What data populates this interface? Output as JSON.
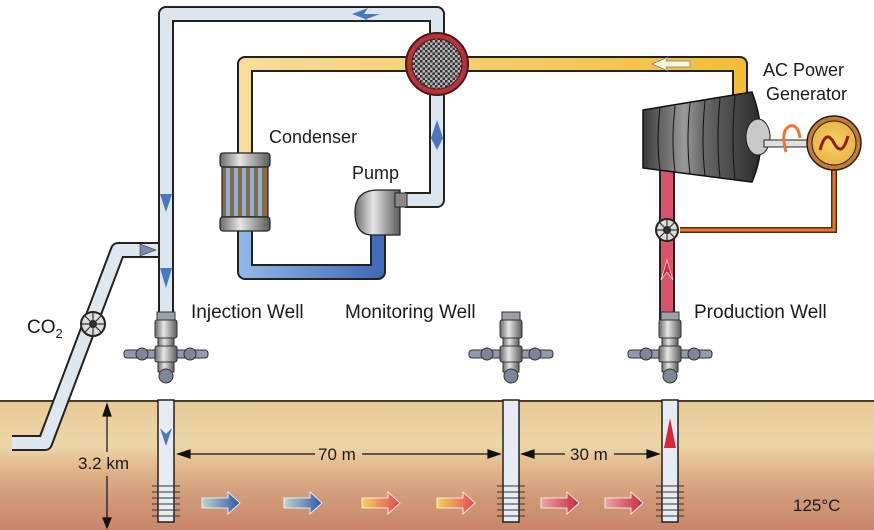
{
  "labels": {
    "co2": "CO",
    "co2_sub": "2",
    "injection_well": "Injection Well",
    "monitoring_well": "Monitoring Well",
    "production_well": "Production Well",
    "condenser": "Condenser",
    "pump": "Pump",
    "generator_line1": "AC Power",
    "generator_line2": "Generator",
    "depth": "3.2 km",
    "dist_injection_monitoring": "70 m",
    "dist_monitoring_production": "30 m",
    "temperature": "125°C"
  },
  "colors": {
    "cold_pipe": "#dce6ee",
    "warm_pipe": "#f6c243",
    "warm_pipe_light": "#f7dca0",
    "hot_pipe": "#d9546a",
    "elec_line": "#e8782c",
    "cold_loop": "#4a78c0",
    "soil_top": "#e8cf9c",
    "soil_bottom": "#c98368",
    "flow_arrow_blue": "#3a63ad",
    "flow_arrow_red": "#d8273a"
  }
}
